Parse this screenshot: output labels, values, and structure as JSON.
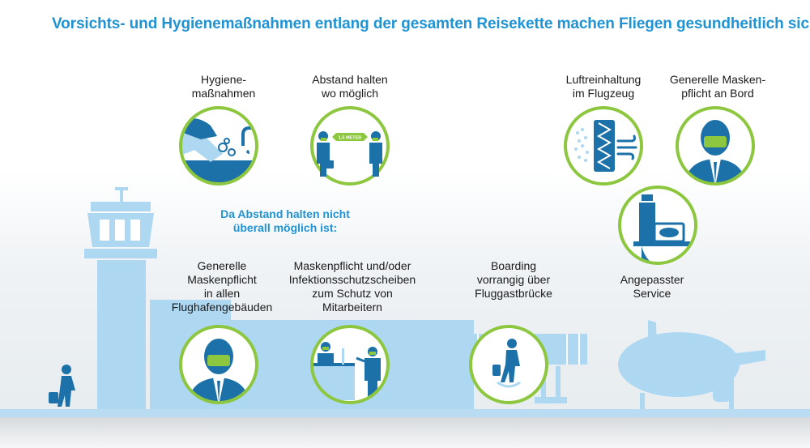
{
  "title": "Vorsichts- und Hygienemaßnahmen entlang der gesamten Reisekette machen Fliegen gesundheitlich sicher",
  "subheading": "Da Abstand halten nicht\nüberall möglich ist:",
  "items": [
    {
      "label": "Hygiene-\nmaßnahmen",
      "icon": "handwashing-icon"
    },
    {
      "label": "Abstand halten\nwo möglich",
      "icon": "distance-icon",
      "badge": "1,5 METER"
    },
    {
      "label": "Luftreinhaltung\nim Flugzeug",
      "icon": "air-filter-icon"
    },
    {
      "label": "Generelle Masken-\npflicht an Bord",
      "icon": "mask-person-icon"
    },
    {
      "label": "Angepasster\nService",
      "icon": "food-tray-icon"
    },
    {
      "label": "Generelle\nMaskenpflicht\nin allen\nFlughafengebäuden",
      "icon": "mask-person-icon"
    },
    {
      "label": "Maskenpflicht und/oder\nInfektionsschutzscheiben\nzum Schutz von\nMitarbeitern",
      "icon": "counter-shield-icon"
    },
    {
      "label": "Boarding\nvorrangig über\nFluggastbrücke",
      "icon": "boarding-icon"
    }
  ],
  "colors": {
    "title": "#1f93d3",
    "circle": "#8dc63f",
    "icon": "#1c71a8",
    "mask": "#8dc63f",
    "scenery": "#aed8f2"
  }
}
